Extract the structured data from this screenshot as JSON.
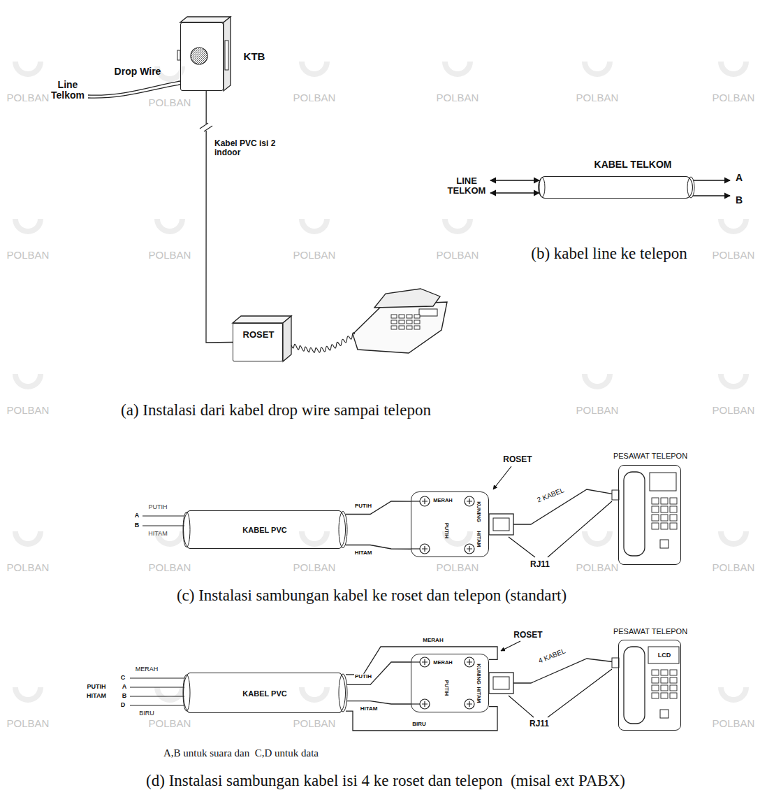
{
  "diagram": {
    "nodes": [
      {
        "text": [
          "KTB"
        ]
      },
      {
        "text": [
          "ROSET"
        ]
      },
      {
        "text": [
          "KABEL TELKOM"
        ]
      },
      {
        "text": [
          "KABEL PVC"
        ]
      },
      {
        "text": [
          "ROSET",
          "MERAH",
          "KUNING",
          "PUTIH",
          "HITAM"
        ]
      },
      {
        "text": [
          "PESAWAT TELEPON"
        ]
      },
      {
        "text": [
          "KABEL PVC"
        ]
      },
      {
        "text": [
          "ROSET",
          "MERAH",
          "KUNING",
          "PUTIH",
          "HITAM"
        ]
      },
      {
        "text": [
          "PESAWAT TELEPON",
          "LCD"
        ]
      }
    ],
    "edges": [
      {
        "from": 0,
        "to": 1,
        "label": "Kabel PVC isi 2 indoor",
        "arrow": "none"
      },
      {
        "from": 3,
        "to": 4,
        "label": "PUTIH",
        "arrow": "none"
      },
      {
        "from": 3,
        "to": 4,
        "label": "HITAM",
        "arrow": "none"
      },
      {
        "from": 4,
        "to": 5,
        "label": "2 KABEL",
        "arrow": "none"
      },
      {
        "from": 6,
        "to": 7,
        "label": "MERAH",
        "arrow": "none"
      },
      {
        "from": 6,
        "to": 7,
        "label": "PUTIH",
        "arrow": "none"
      },
      {
        "from": 6,
        "to": 7,
        "label": "HITAM",
        "arrow": "none"
      },
      {
        "from": 6,
        "to": 7,
        "label": "BIRU",
        "arrow": "none"
      },
      {
        "from": 7,
        "to": 8,
        "label": "4 KABEL",
        "arrow": "none"
      }
    ],
    "labels": [
      "Line Telkom",
      "Drop Wire",
      "(a) Instalasi dari kabel drop wire sampai telepon",
      "LINE TELKOM",
      "A",
      "B",
      "(b) kabel line ke telepon",
      "PUTIH",
      "A",
      "B",
      "HITAM",
      "RJ11",
      "(c) Instalasi sambungan kabel ke roset dan telepon (standart)",
      "MERAH",
      "PUTIH",
      "C",
      "A",
      "HITAM",
      "B",
      "D",
      "BIRU",
      "RJ11",
      "A,B untuk suara dan  C,D untuk data",
      "(d) Instalasi sambungan kabel isi 4 ke roset dan telepon  (misal ext PABX)",
      "POLBAN",
      "POLBAN",
      "POLBAN",
      "POLBAN",
      "POLBAN",
      "POLBAN",
      "POLBAN",
      "POLBAN",
      "POLBAN",
      "POLBAN",
      "POLBAN",
      "POLBAN",
      "POLBAN",
      "POLBAN",
      "POLBAN",
      "POLBAN",
      "POLBAN",
      "POLBAN",
      "POLBAN",
      "POLBAN",
      "POLBAN",
      "POLBAN",
      "POLBAN",
      "POLBAN"
    ]
  }
}
